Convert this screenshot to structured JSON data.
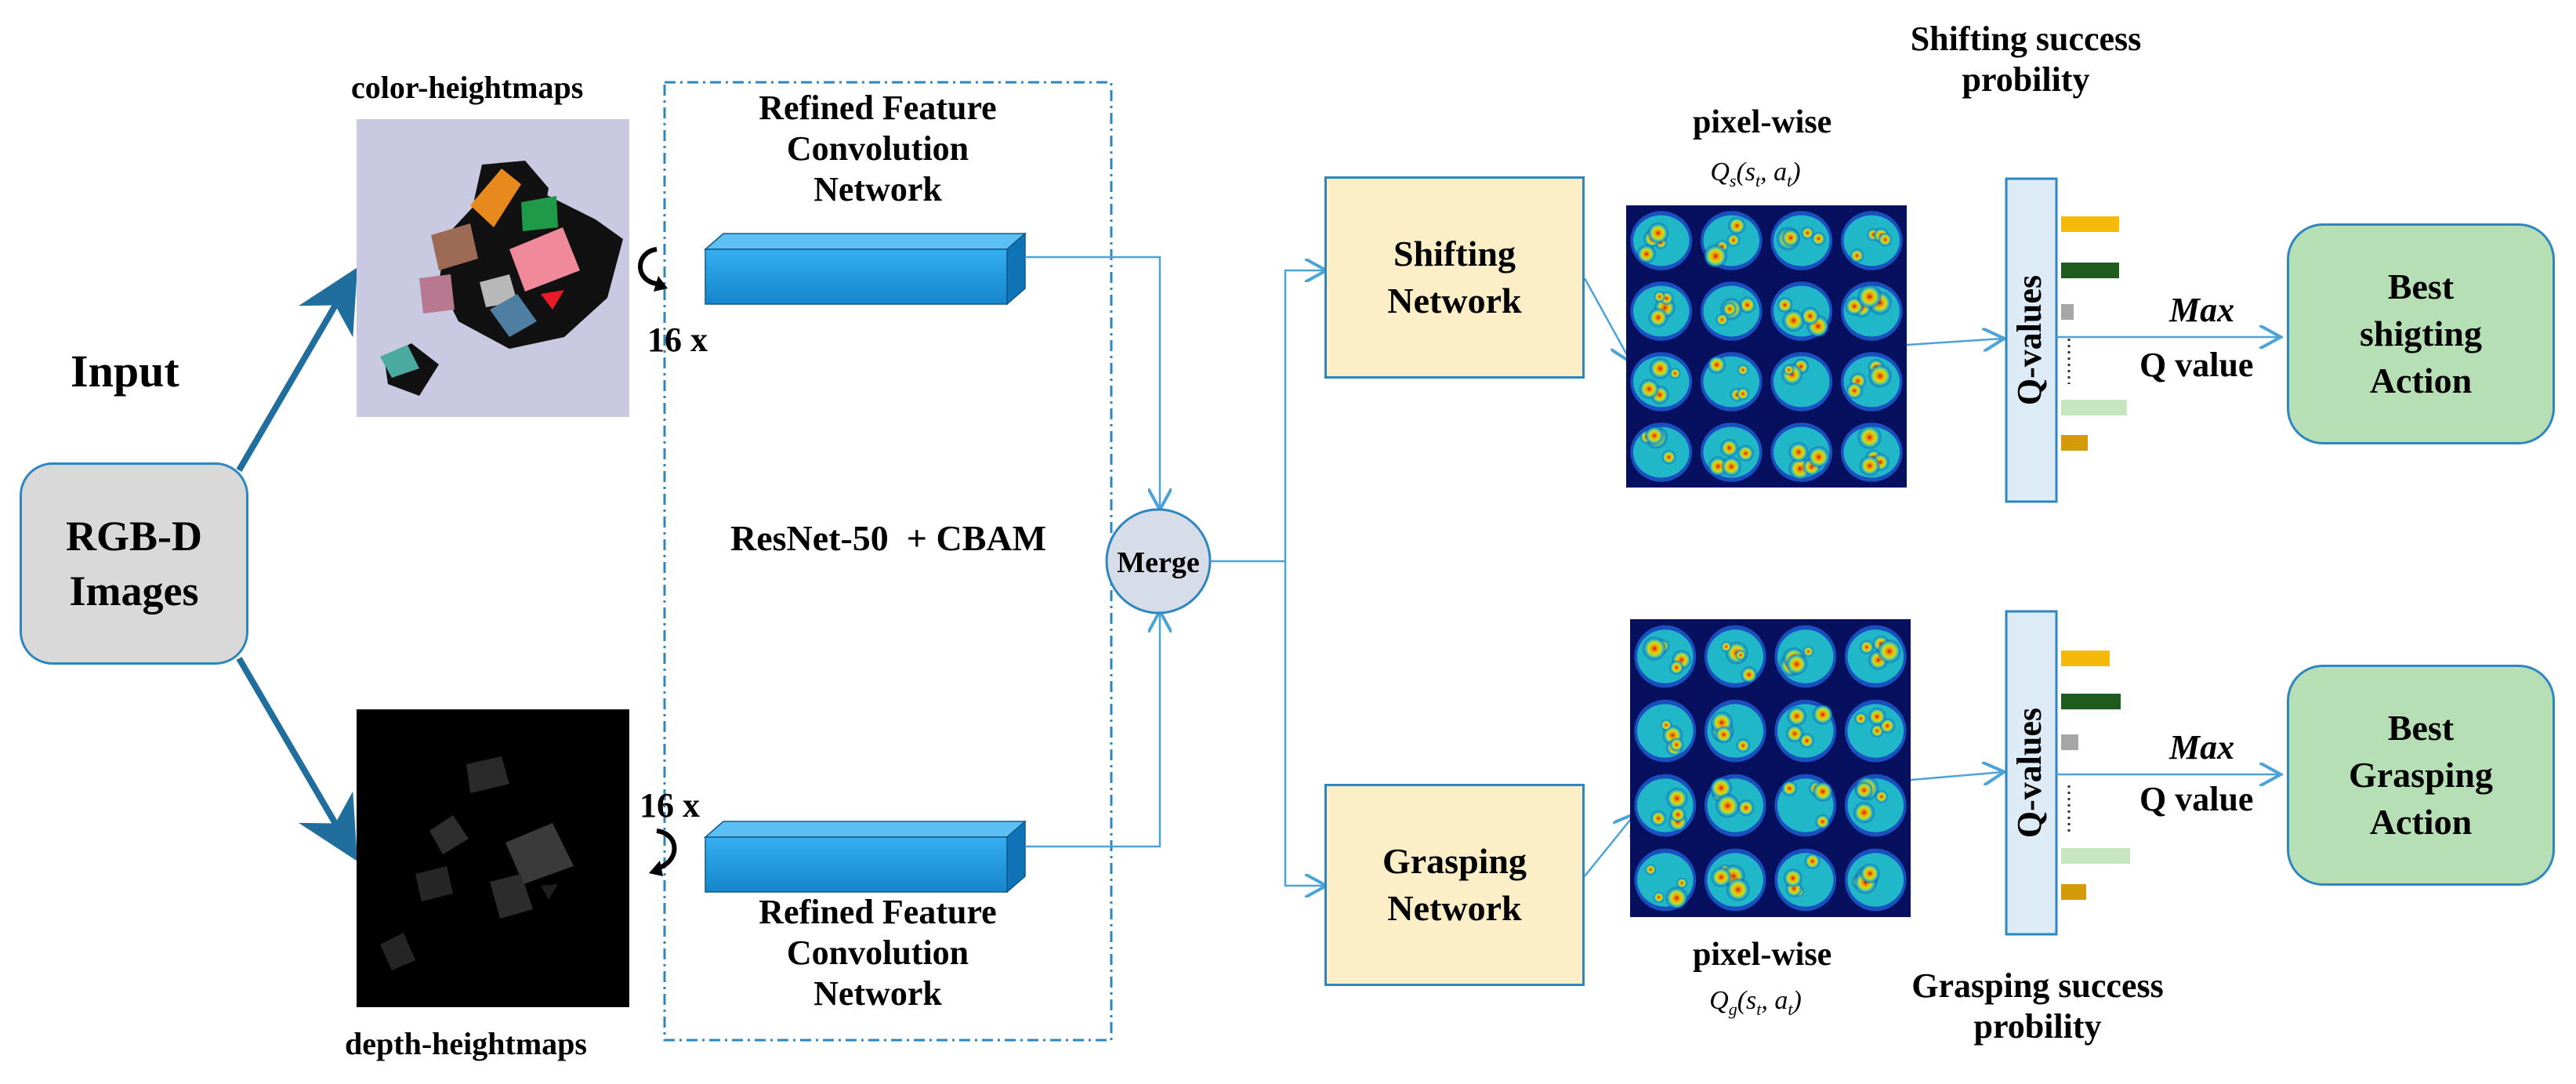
{
  "input": {
    "title": "Input",
    "rgbd_label": "RGB-D\nImages"
  },
  "heightmaps": {
    "color_label": "color-heightmaps",
    "depth_label": "depth-heightmaps"
  },
  "feature_net": {
    "top_label": "Refined Feature\nConvolution\nNetwork",
    "bottom_label": "Refined Feature\nConvolution\nNetwork",
    "backbone_label": "ResNet-50  + CBAM",
    "rotation_top": "16 x",
    "rotation_bottom": "16 x"
  },
  "merge_label": "Merge",
  "networks": {
    "shifting": "Shifting\nNetwork",
    "grasping": "Grasping\nNetwork"
  },
  "qmaps": {
    "top_title": "pixel-wise",
    "top_formula": {
      "Q": "Q",
      "sub": "s",
      "args": "(s",
      "t": "t",
      "comma": ", a",
      "close": ")"
    },
    "bottom_title": "pixel-wise",
    "bottom_formula": {
      "Q": "Q",
      "sub": "g",
      "args": "(s",
      "t": "t",
      "comma": ", a",
      "close": ")"
    }
  },
  "probabilities": {
    "shifting": "Shifting success\nprobility",
    "grasping": "Grasping success\nprobility"
  },
  "qvalues": {
    "top_label": "Q-values",
    "bottom_label": "Q-values",
    "bar_colors": [
      "#f5b90a",
      "#1e5c1e",
      "#a6a6a6",
      "#c6e6c0",
      "#d49a0a"
    ]
  },
  "max": {
    "top_max": "Max",
    "top_qvalue": "Q value",
    "bottom_max": "Max",
    "bottom_qvalue": "Q value"
  },
  "actions": {
    "shifting": "Best\nshigting\nAction",
    "grasping": "Best\nGrasping\nAction"
  },
  "colors": {
    "arrow_dark": "#1f6e9e",
    "arrow_light": "#4ba3d8",
    "rgbd_fill": "#d9d9d9",
    "network_fill": "#fcefc8",
    "action_fill": "#b7dfb5",
    "qvalue_fill": "#ddebf7",
    "merge_fill": "#d6dde8",
    "block_fill": "#1e9be0",
    "color_map_bg": "#c9c9e1"
  }
}
